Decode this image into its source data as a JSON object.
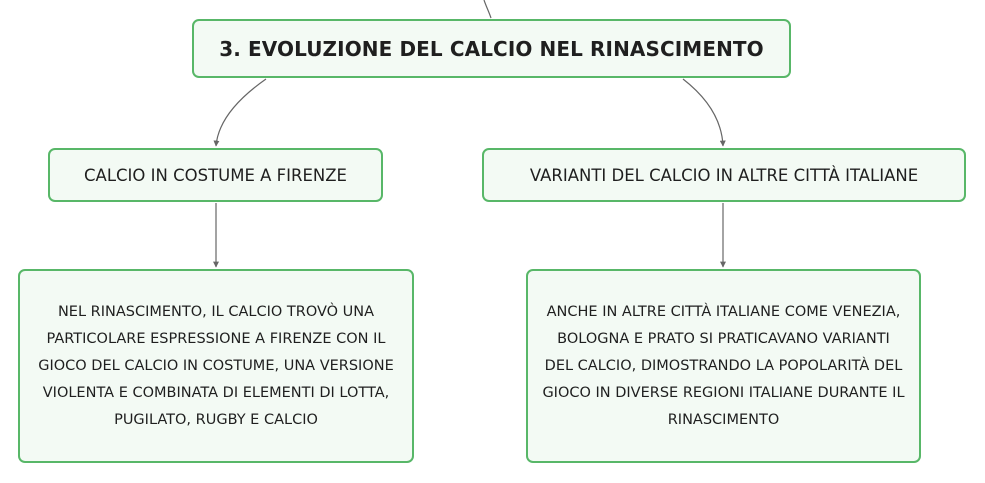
{
  "map": {
    "root": {
      "text": "3. EVOLUZIONE DEL CALCIO NEL RINASCIMENTO"
    },
    "branches": [
      {
        "title": "CALCIO IN COSTUME A FIRENZE",
        "detail": "NEL RINASCIMENTO, IL CALCIO TROVÒ UNA PARTICOLARE ESPRESSIONE A FIRENZE CON IL GIOCO DEL CALCIO IN COSTUME, UNA VERSIONE VIOLENTA E COMBINATA DI ELEMENTI DI LOTTA, PUGILATO, RUGBY E CALCIO"
      },
      {
        "title": "VARIANTI DEL CALCIO IN ALTRE CITTÀ ITALIANE",
        "detail": "ANCHE IN ALTRE CITTÀ ITALIANE COME VENEZIA, BOLOGNA E PRATO SI PRATICAVANO VARIANTI DEL CALCIO, DIMOSTRANDO LA POPOLARITÀ DEL GIOCO IN DIVERSE REGIONI ITALIANE DURANTE IL RINASCIMENTO"
      }
    ],
    "colors": {
      "border": "#58b768",
      "fill": "#f3faf4",
      "connector": "#666666",
      "text": "#1f1f1f"
    }
  }
}
